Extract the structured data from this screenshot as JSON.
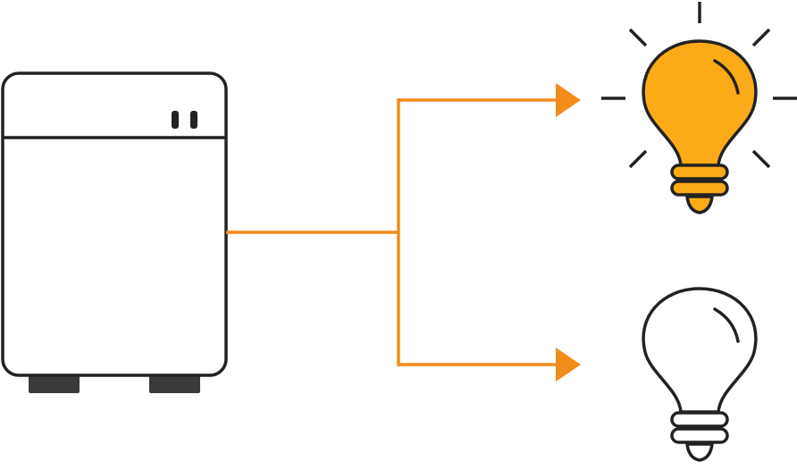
{
  "colors": {
    "background": "#ffffff",
    "stroke": "#222222",
    "feet": "#3a3a3a",
    "accent": "#f28c1b",
    "bulb_on_fill": "#fbab18",
    "bulb_off_fill": "#ffffff"
  },
  "diagram": {
    "source": {
      "icon": "power-station-icon"
    },
    "connector": {
      "icon": "branching-arrow-connector"
    },
    "outputs": [
      {
        "icon": "lightbulb-icon",
        "state": "on"
      },
      {
        "icon": "lightbulb-icon",
        "state": "off"
      }
    ]
  }
}
